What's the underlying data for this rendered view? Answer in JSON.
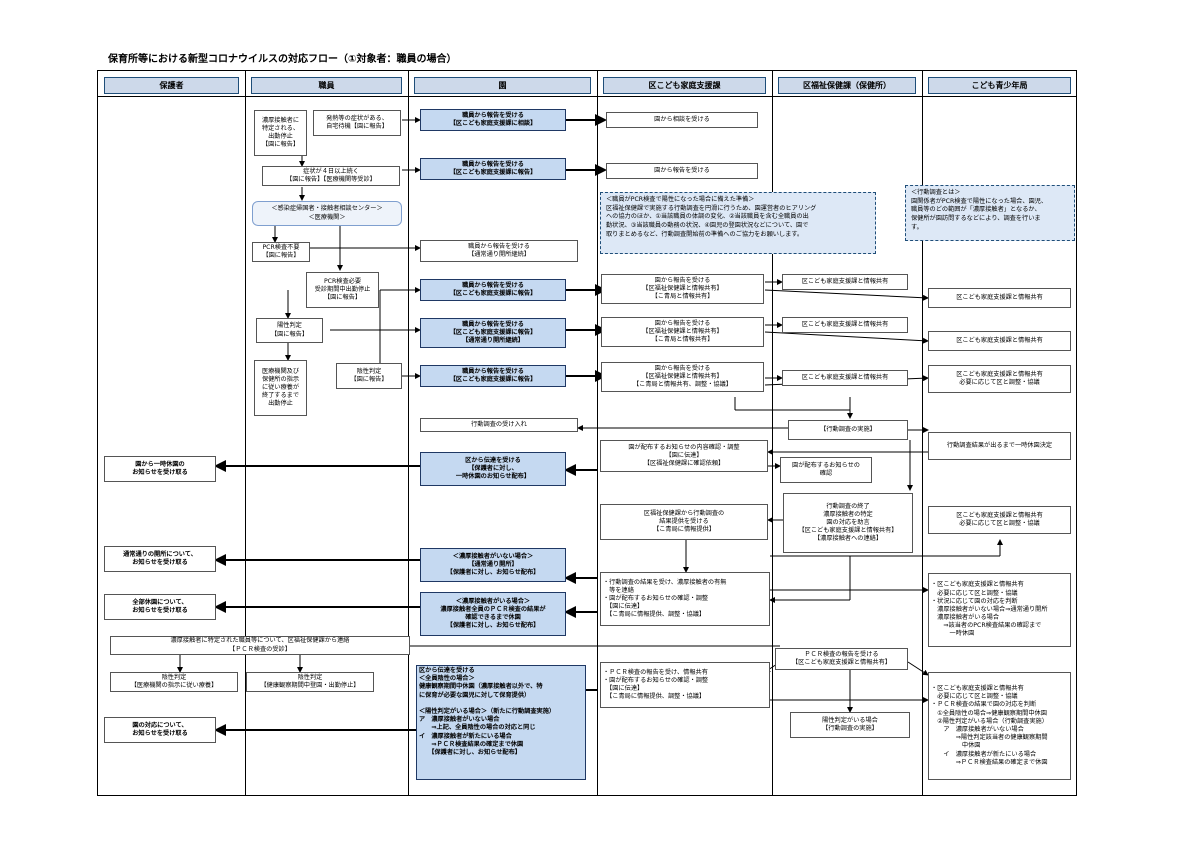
{
  "title": "保育所等における新型コロナウイルスの対応フロー（①対象者：職員の場合）",
  "columns": [
    "保護者",
    "職員",
    "園",
    "区こども家庭支援課",
    "区福祉保健課（保健所）",
    "こども青少年局"
  ],
  "staff": {
    "close_contact": "濃厚接触者に\n特定される、\n出勤停止\n【園に報告】",
    "symptom": "発熱等の症状がある、\n自宅待機【園に報告】",
    "symptom4days": "症状が４日以上続く\n【園に報告】【医療機関等受診】",
    "center": "＜感染症帰国者・接触者相談センター＞\n＜医療機関＞",
    "pcr_unneeded": "PCR検査不要\n【園に報告】",
    "pcr_needed": "PCR検査必要\n受診期間中出勤停止\n【園に報告】",
    "positive": "陽性判定\n【園に報告】",
    "negative": "陰性判定\n【園に報告】",
    "medical_instruction": "医療機関及び\n保健所の指示\nに従い療養が\n終了するまで\n出勤停止",
    "cc_box": "濃厚接触者に特定された職員等について、区福祉保健課から連絡\n【ＰＣＲ検査の受診】",
    "neg_result": "陰性判定\n【医療機関の指示に従い療養】",
    "neg_result2": "陰性判定\n【健康観察期間中登園・出勤停止】"
  },
  "en": {
    "r1": "職員から報告を受ける\n【区こども家庭支援課に相談】",
    "r2": "職員から報告を受ける\n【区こども家庭支援課に報告】",
    "r3": "職員から報告を受ける\n【通常通り開所継続】",
    "r4": "職員から報告を受ける\n【区こども家庭支援課に報告】",
    "r5": "職員から報告を受ける\n【区こども家庭支援課に報告】\n【通常通り開所継続】",
    "r6": "職員から報告を受ける\n【区こども家庭支援課に報告】",
    "accept": "行動調査の受け入れ",
    "contact": "区から伝達を受ける\n【保護者に対し、\n一時休園のお知らせ配布】",
    "no_cc": "＜濃厚接触者がいない場合＞\n【通常通り開所】\n【保護者に対し、お知らせ配布】",
    "with_cc": "＜濃厚接触者がいる場合＞\n濃厚接触者全員のＰＣＲ検査の結果が\n確認できるまで休園\n【保護者に対し、お知らせ配布】",
    "final": "区から伝達を受ける\n＜全員陰性の場合＞\n健康観察期間中休園（濃厚接触者以外で、特\nに保育が必要な園児に対して保育提供）\n\n＜陽性判定がいる場合＞（新たに行動調査実施）\nア　濃厚接触者がいない場合\n　　⇒上記、全員陰性の場合の対応と同じ\nイ　濃厚接触者が新たにいる場合\n　　⇒ＰＣＲ検査結果の確定まで休園\n　　【保護者に対し、お知らせ配布】"
  },
  "guardian": {
    "g1": "園から一時休園の\nお知らせを受け取る",
    "g2": "通常通りの開所について、\nお知らせを受け取る",
    "g3": "全部休園について、\nお知らせを受け取る",
    "g4": "園の対応について、\nお知らせを受け取る"
  },
  "ward": {
    "w1": "園から相談を受ける",
    "w2": "園から報告を受ける",
    "callout": "＜職員がPCR検査で陽性になった場合に備えた準備＞\n区福祉保健課で実施する行動調査を円滑に行うため、園運営者のヒアリング\nへの協力のほか、①当該職員の体調の変化、②当該職員を含む全職員の出\n勤状況、③当該職員の動務の状況、④園児の登園状況などについて、園で\n取りまとめるなど、行動調査開始前の準備へのご協力をお願いします。",
    "w3": "園から報告を受ける\n【区福祉保健課と情報共有】\n【こ青局と情報共有】",
    "w4": "園から報告を受ける\n【区福祉保健課と情報共有】\n【こ青局と情報共有】",
    "w5": "園から報告を受ける\n【区福祉保健課と情報共有】\n【こ青局と情報共有、調整・協議】",
    "w6": "園が配布するお知らせの内容確認・調整\n【園に伝達】\n【区福祉保健課に確認依頼】",
    "w7": "区福祉保健課から行動調査の\n結果提供を受ける\n【こ青局に情報提供】",
    "w8": "・行動調査の結果を受け、濃厚接触者の有無\n　等を連絡\n・園が配布するお知らせの確認・調整\n　【園に伝達】\n　【こ青局に情報提供、調整・協議】",
    "w9": "・ＰＣＲ検査の報告を受け、情報共有\n・園が配布するお知らせの確認・調整\n　【園に伝達】\n　【こ青局に情報提供、調整・協議】"
  },
  "health": {
    "h1": "区こども家庭支援課と情報共有",
    "h2": "区こども家庭支援課と情報共有",
    "h3": "区こども家庭支援課と情報共有",
    "survey": "【行動調査の実施】",
    "confirm": "園が配布するお知らせの\n確認",
    "end": "行動調査の終了\n濃厚接触者の特定\n園の対応を助言\n【区こども家庭支援課と情報共有】\n【濃厚接触者への連絡】",
    "pcr": "ＰＣＲ検査の報告を受ける\n【区こども家庭支援課と情報共有】",
    "pos": "陽性判定がいる場合\n【行動調査の実施】"
  },
  "bureau": {
    "callout": "＜行動調査とは＞\n園関係者がPCR検査で陽性になった場合、園児、\n職員等のどの範囲が「濃厚接触者」となるか、\n保健所が園訪問するなどにより、調査を行いま\nす。",
    "b1": "区こども家庭支援課と情報共有",
    "b2": "区こども家庭支援課と情報共有",
    "b3": "区こども家庭支援課と情報共有\n必要に応じて区と調整・協議",
    "b4": "行動調査結果が出るまで一時休園決定",
    "b5": "区こども家庭支援課と情報共有\n必要に応じて区と調整・協議",
    "b6": "・区こども家庭支援課と情報共有\n　必要に応じて区と調整・協議\n・状況に応じて園の対応を判断\n　濃厚接触者がいない場合⇒通常通り開所\n　濃厚接触者がいる場合\n　　⇒該当者のPCR検査結果の確認まで\n　　　一時休園",
    "b7": "・区こども家庭支援課と情報共有\n　必要に応じて区と調整・協議\n・ＰＣＲ検査の結果で園の対応を判断\n　①全員陰性の場合⇒健康観察期間中休園\n　②陽性判定がいる場合（行動調査実施）\n　　ア　濃厚接触者がいない場合\n　　　　⇒陽性判定該当者の健康観察期間\n　　　　　中休園\n　　イ　濃厚接触者が新たにいる場合\n　　　　⇒ＰＣＲ検査結果の確定まで休園"
  }
}
